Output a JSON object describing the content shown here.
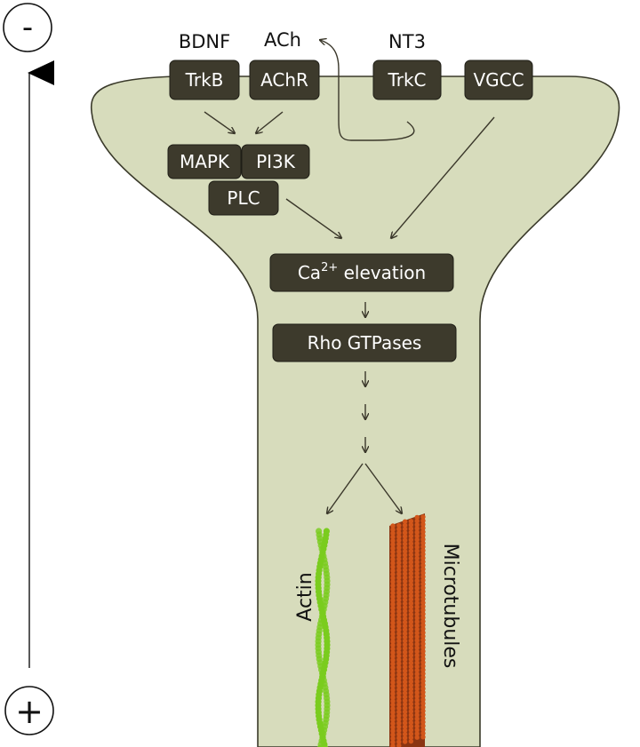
{
  "polarity": {
    "top": "-",
    "bottom": "+"
  },
  "ligands": {
    "bdnf": "BDNF",
    "ach": "ACh",
    "nt3": "NT3"
  },
  "receptors": {
    "trkb": "TrkB",
    "achr": "AChR",
    "trkc": "TrkC",
    "vgcc": "VGCC"
  },
  "kinases": {
    "mapk": "MAPK",
    "pi3k": "PI3K",
    "plc": "PLC"
  },
  "calcium": {
    "base": "Ca",
    "superscript": "2+",
    "suffix": " elevation"
  },
  "rho": "Rho GTPases",
  "cytoskeleton": {
    "actin": "Actin",
    "microtubules": "Microtubules"
  },
  "colors": {
    "cell": "#d7dcbc",
    "node": "#3d3a2c",
    "actin": "#7acc1e",
    "microtubule": "#d2561a"
  }
}
